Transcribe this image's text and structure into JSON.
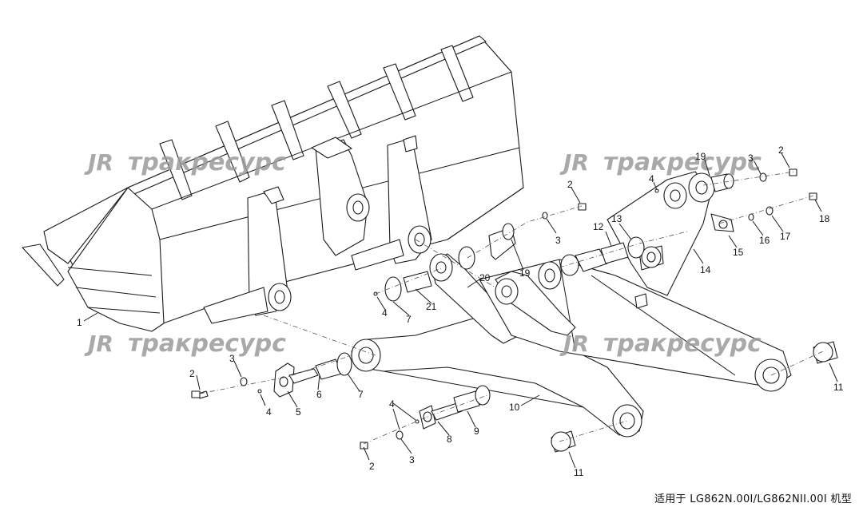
{
  "watermark": {
    "logo": "JR",
    "text": "тракресурс"
  },
  "callouts": [
    {
      "id": "c1",
      "label": "1"
    },
    {
      "id": "c2a",
      "label": "2"
    },
    {
      "id": "c3a",
      "label": "3"
    },
    {
      "id": "c4a",
      "label": "4"
    },
    {
      "id": "c5",
      "label": "5"
    },
    {
      "id": "c6",
      "label": "6"
    },
    {
      "id": "c7a",
      "label": "7"
    },
    {
      "id": "c4b",
      "label": "4"
    },
    {
      "id": "c7b",
      "label": "7"
    },
    {
      "id": "c21",
      "label": "21"
    },
    {
      "id": "c20",
      "label": "20"
    },
    {
      "id": "c19a",
      "label": "19"
    },
    {
      "id": "c2b",
      "label": "2"
    },
    {
      "id": "c3b",
      "label": "3"
    },
    {
      "id": "c4c",
      "label": "4"
    },
    {
      "id": "c8",
      "label": "8"
    },
    {
      "id": "c9",
      "label": "9"
    },
    {
      "id": "c10",
      "label": "10"
    },
    {
      "id": "c2c",
      "label": "2"
    },
    {
      "id": "c3c",
      "label": "3"
    },
    {
      "id": "c11a",
      "label": "11"
    },
    {
      "id": "c11b",
      "label": "11"
    },
    {
      "id": "c12",
      "label": "12"
    },
    {
      "id": "c13",
      "label": "13"
    },
    {
      "id": "c14",
      "label": "14"
    },
    {
      "id": "c15",
      "label": "15"
    },
    {
      "id": "c16",
      "label": "16"
    },
    {
      "id": "c17",
      "label": "17"
    },
    {
      "id": "c18",
      "label": "18"
    },
    {
      "id": "c19b",
      "label": "19"
    },
    {
      "id": "c3d",
      "label": "3"
    },
    {
      "id": "c2d",
      "label": "2"
    },
    {
      "id": "c4d",
      "label": "4"
    }
  ],
  "footer": {
    "text": "适用于 LG862N.00I/LG862NII.00I 机型"
  }
}
